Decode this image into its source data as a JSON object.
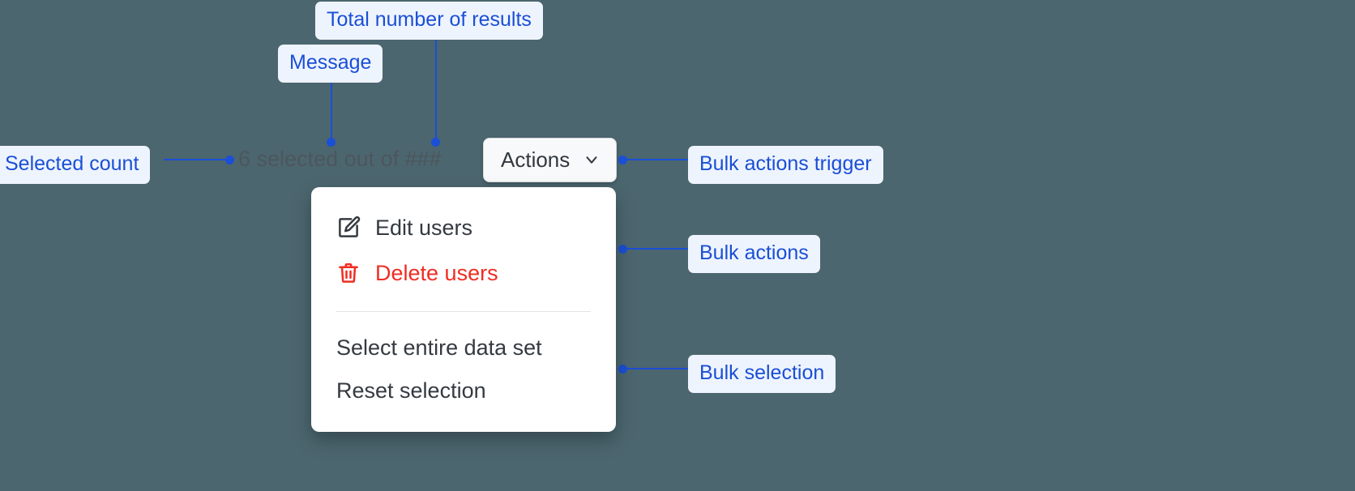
{
  "canvas": {
    "background_color": "#4c666f",
    "annotation_color": "#1a4fd6",
    "annotation_bg": "#eef4fe"
  },
  "annotations": [
    {
      "id": "total-results",
      "label": "Total number of results"
    },
    {
      "id": "message",
      "label": "Message"
    },
    {
      "id": "selected-count",
      "label": "Selected count"
    },
    {
      "id": "bulk-trigger",
      "label": "Bulk actions trigger"
    },
    {
      "id": "bulk-actions",
      "label": "Bulk actions"
    },
    {
      "id": "bulk-selection",
      "label": "Bulk selection"
    }
  ],
  "toolbar": {
    "selected_count": "6",
    "message_text": " selected out of ",
    "total_results": "###",
    "full_text": "6 selected out of ###",
    "actions_label": "Actions",
    "chevron_icon": "chevron-down-icon"
  },
  "menu": {
    "items": [
      {
        "label": "Edit users",
        "icon": "edit-pencil-square-icon",
        "variant": "default"
      },
      {
        "label": "Delete users",
        "icon": "trash-icon",
        "variant": "danger"
      },
      {
        "label": "Select entire data set",
        "icon": null,
        "variant": "plain"
      },
      {
        "label": "Reset selection",
        "icon": null,
        "variant": "plain"
      }
    ],
    "danger_color": "#f02d23",
    "text_color": "#343a40"
  }
}
